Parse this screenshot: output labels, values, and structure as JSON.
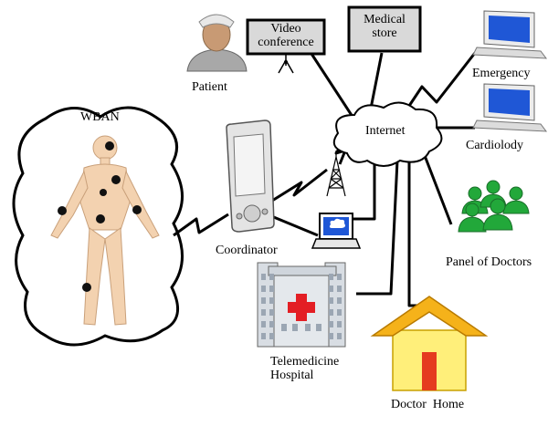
{
  "labels": {
    "video_conference_line1": "Video",
    "video_conference_line2": "conference",
    "medical_store_line1": "Medical",
    "medical_store_line2": "store",
    "patient": "Patient",
    "emergency": "Emergency",
    "internet": "Internet",
    "cardiology": "Cardiolody",
    "wban": "WBAN",
    "coordinator": "Coordinator",
    "panel_of_doctors": "Panel of Doctors",
    "telemedicine_line1": "Telemedicine",
    "telemedicine_line2": "Hospital",
    "doctor_home": "Doctor  Home"
  },
  "colors": {
    "line": "#000000",
    "box_fill": "#d9d9d9",
    "monitor_blue": "#1f57d6",
    "doctor_green": "#22a83a",
    "house_wall": "#ffef7a",
    "house_roof": "#f5b21a",
    "house_door": "#e53b1f",
    "hospital_cross": "#e31e24",
    "skin": "#f3d2b0",
    "sensor": "#111111"
  },
  "icons": {
    "patient": "patient-icon",
    "video_conference": "projector-screen-icon",
    "medical_store": "store-icon",
    "emergency": "monitor-icon",
    "cardiology": "monitor-icon",
    "internet": "cloud-icon",
    "coordinator": "pda-icon",
    "antenna": "antenna-tower-icon",
    "laptop": "laptop-icon",
    "panel": "doctors-group-icon",
    "hospital": "hospital-building-icon",
    "home": "house-icon",
    "body": "human-body-icon"
  }
}
